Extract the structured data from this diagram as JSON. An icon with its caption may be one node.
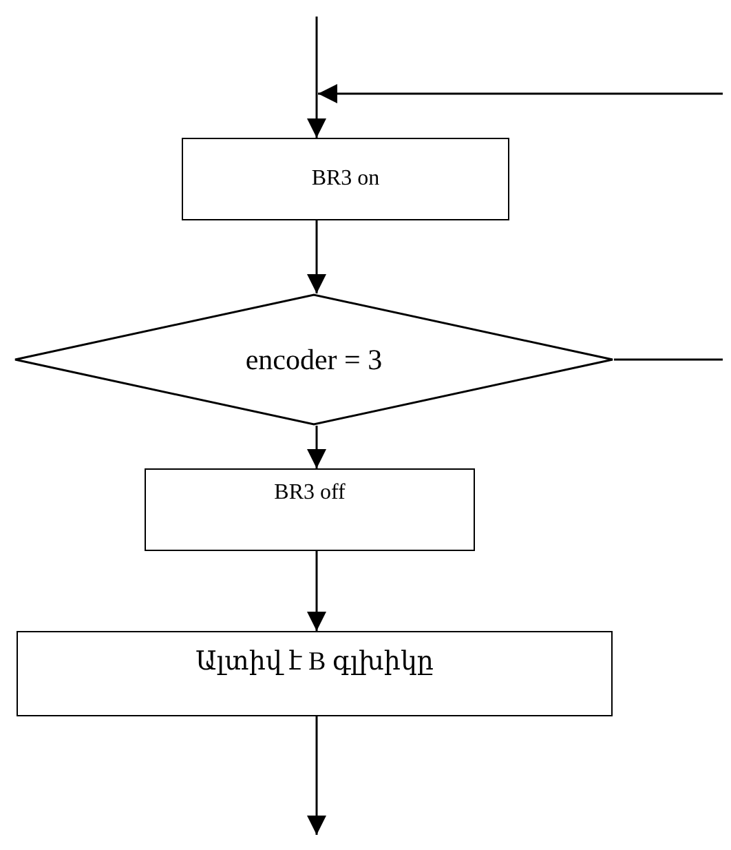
{
  "diagram": {
    "nodes": [
      {
        "text": [
          "BR3 on"
        ]
      },
      {
        "text": [
          "encoder = 3"
        ]
      },
      {
        "text": [
          "BR3 off"
        ]
      },
      {
        "text": [
          "Ալտիվ է B գլխիկը"
        ]
      }
    ],
    "edges": [
      {
        "from": null,
        "to": 0,
        "arrow": "to"
      },
      {
        "from": null,
        "to": 0,
        "arrow": "to"
      },
      {
        "from": 0,
        "to": 1,
        "arrow": "to"
      },
      {
        "from": 1,
        "to": null,
        "arrow": "none"
      },
      {
        "from": 1,
        "to": 2,
        "arrow": "to"
      },
      {
        "from": 2,
        "to": 3,
        "arrow": "to"
      },
      {
        "from": 3,
        "to": null,
        "arrow": "to"
      }
    ]
  }
}
